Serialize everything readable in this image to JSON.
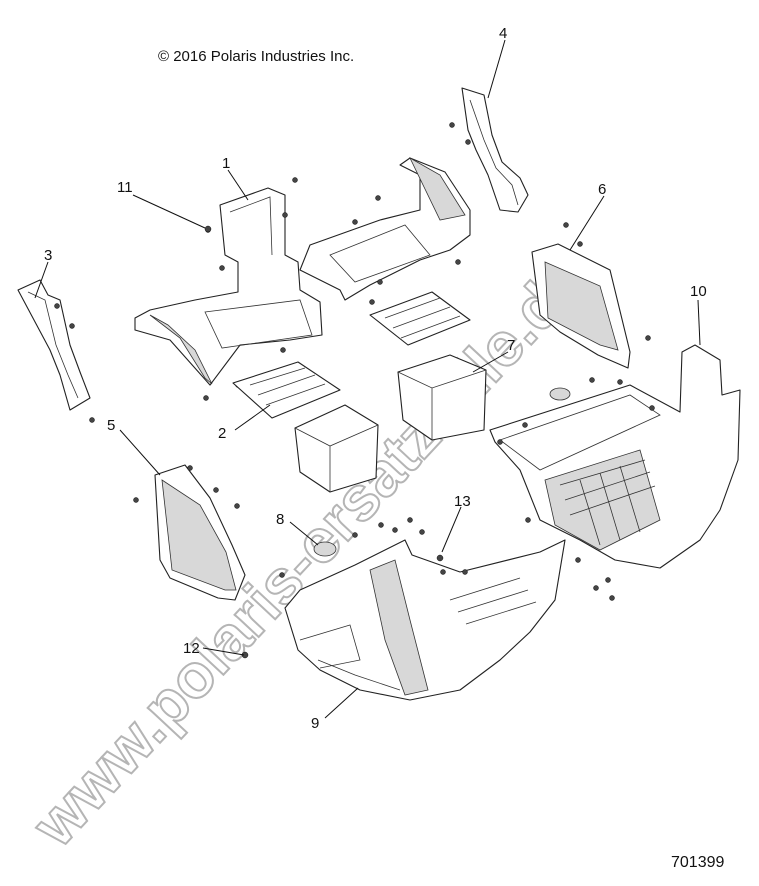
{
  "diagram": {
    "copyright": "© 2016 Polaris Industries Inc.",
    "figure_number": "701399",
    "watermark": "www.polaris-ersatzteile.de",
    "callouts": [
      "1",
      "2",
      "3",
      "4",
      "5",
      "6",
      "7",
      "8",
      "9",
      "10",
      "11",
      "12",
      "13"
    ]
  }
}
